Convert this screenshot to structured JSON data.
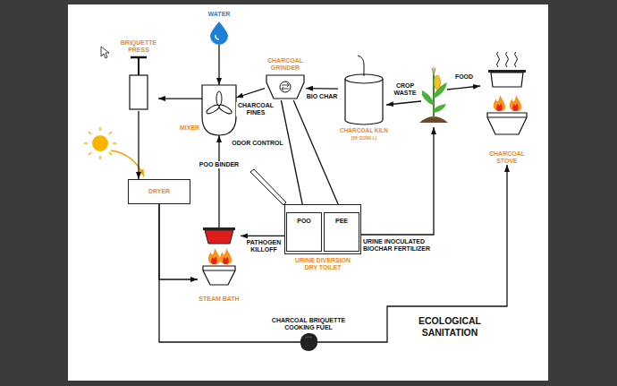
{
  "diagram": {
    "title": "ECOLOGICAL SANITATION",
    "nodes": [
      {
        "text": [
          "BRIQUETTE PRESS"
        ]
      },
      {
        "text": [
          "WATER"
        ]
      },
      {
        "text": [
          "MIXER"
        ]
      },
      {
        "text": [
          "CHARCOAL GRINDER"
        ]
      },
      {
        "text": [
          "CHARCOAL KILN",
          "(55 G/200 L)"
        ]
      },
      {
        "text": [
          "CHARCOAL STOVE"
        ]
      },
      {
        "text": [
          "DRYER"
        ]
      },
      {
        "text": [
          "STEAM BATH"
        ]
      },
      {
        "text": [
          "URINE DIVERSION DRY TOILET"
        ]
      },
      {
        "text": [
          "POO"
        ],
        "in": 8
      },
      {
        "text": [
          "PEE"
        ],
        "in": 8
      }
    ],
    "edges": [
      {
        "from": 1,
        "to": 2,
        "arrow": "to"
      },
      {
        "from": 3,
        "to": 2,
        "label": "CHARCOAL FINES",
        "arrow": "to"
      },
      {
        "from": 4,
        "to": 3,
        "label": "BIO CHAR",
        "arrow": "to"
      },
      {
        "from": 2,
        "to": 0,
        "arrow": "to"
      },
      {
        "from": 0,
        "to": 6,
        "arrow": "to"
      },
      {
        "from": 3,
        "to": 9,
        "label": "ODOR CONTROL",
        "arrow": "to"
      },
      {
        "from": 3,
        "to": 10,
        "arrow": "to"
      },
      {
        "from": 9,
        "to": 7,
        "label": "PATHOGEN KILLOFF",
        "arrow": "to"
      },
      {
        "from": 7,
        "to": 2,
        "label": "POO BINDER",
        "arrow": "to"
      },
      {
        "from": 6,
        "to": 7,
        "arrow": "to"
      },
      {
        "from": 6,
        "to": 5,
        "label": "CHARCOAL BRIQUETTE COOKING FUEL",
        "arrow": "to"
      }
    ],
    "labels": [
      "CROP WASTE",
      "FOOD",
      "URINE INOCULATED BIOCHAR FERTILIZER"
    ]
  }
}
